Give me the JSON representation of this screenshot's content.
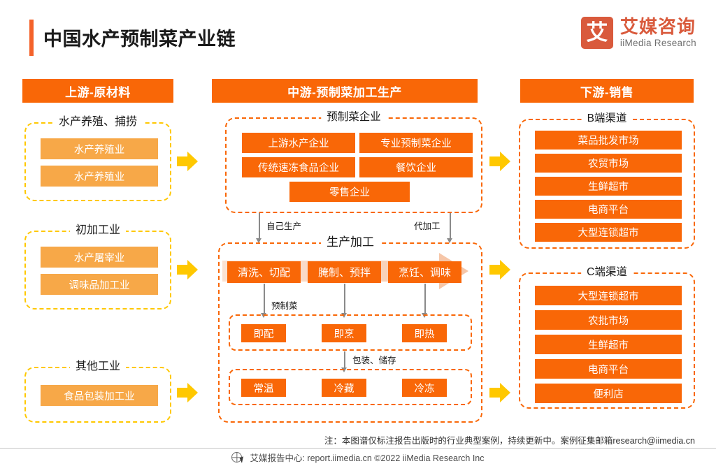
{
  "page": {
    "title": "中国水产预制菜产业链",
    "brand": {
      "mark": "艾",
      "name_cn": "艾媒咨询",
      "name_en": "iiMedia Research"
    },
    "colors": {
      "orange": "#F96707",
      "light_orange": "#F7A848",
      "yellow": "#FFC800",
      "peach": "#F6C6A8",
      "brand_red": "#D95A3C"
    }
  },
  "columns": {
    "upstream": {
      "header": "上游-原材料",
      "groups": [
        {
          "title": "水产养殖、捕捞",
          "items": [
            "水产养殖业",
            "水产养殖业"
          ]
        },
        {
          "title": "初加工业",
          "items": [
            "水产屠宰业",
            "调味品加工业"
          ]
        },
        {
          "title": "其他工业",
          "items": [
            "食品包装加工业"
          ]
        }
      ]
    },
    "midstream": {
      "header": "中游-预制菜加工生产",
      "enterprise_group": {
        "title": "预制菜企业",
        "row1": [
          "上游水产企业",
          "专业预制菜企业"
        ],
        "row2": [
          "传统速冻食品企业",
          "餐饮企业"
        ],
        "row3": [
          "零售企业"
        ]
      },
      "connectors": {
        "self_produce": "自己生产",
        "oem": "代加工",
        "prepared_dish": "预制菜",
        "pack_store": "包装、储存"
      },
      "production_group": {
        "title": "生产加工",
        "steps": [
          "清洗、切配",
          "腌制、预拌",
          "烹饪、调味"
        ],
        "ready_types": [
          "即配",
          "即烹",
          "即热"
        ],
        "storage_types": [
          "常温",
          "冷藏",
          "冷冻"
        ]
      }
    },
    "downstream": {
      "header": "下游-销售",
      "groups": [
        {
          "title": "B端渠道",
          "items": [
            "菜品批发市场",
            "农贸市场",
            "生鲜超市",
            "电商平台",
            "大型连锁超市"
          ]
        },
        {
          "title": "C端渠道",
          "items": [
            "大型连锁超市",
            "农批市场",
            "生鲜超市",
            "电商平台",
            "便利店"
          ]
        }
      ]
    }
  },
  "footer": {
    "note": "注：本图谱仅标注报告出版时的行业典型案例，持续更新中。案例征集邮箱research@iimedia.cn",
    "bar": "艾媒报告中心: report.iimedia.cn   ©2022   iiMedia Research  Inc"
  }
}
